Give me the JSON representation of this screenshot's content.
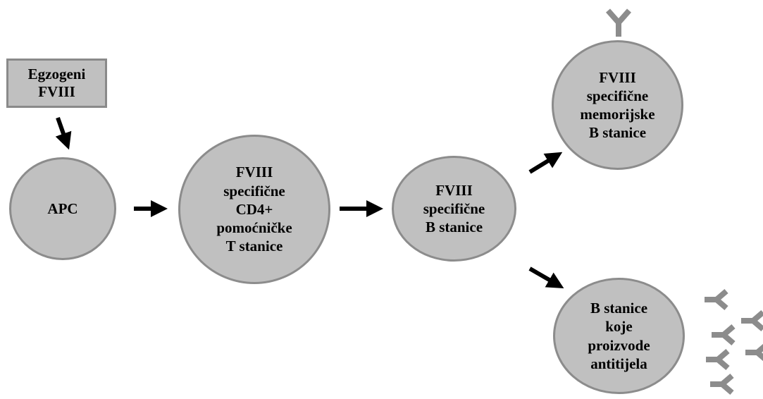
{
  "diagram": {
    "source_box": {
      "label": "Egzogeni\nFVIII"
    },
    "nodes": {
      "apc": {
        "label": "APC"
      },
      "t_cells": {
        "label": "FVIII\nspecifične\nCD4+\npomoćničke\nT stanice"
      },
      "b_cells": {
        "label": "FVIII\nspecifične\nB stanice"
      },
      "memory_b": {
        "label": "FVIII\nspecifične\nmemorijske\nB stanice"
      },
      "antibody_b": {
        "label": "B stanice\nkoje\nproizvode\nantitijela"
      }
    },
    "colors": {
      "node_fill": "#c0c0c0",
      "node_stroke": "#8c8c8c",
      "arrow": "#000000",
      "antibody": "#8c8c8c"
    },
    "icons": [
      "antibody-icon"
    ]
  }
}
